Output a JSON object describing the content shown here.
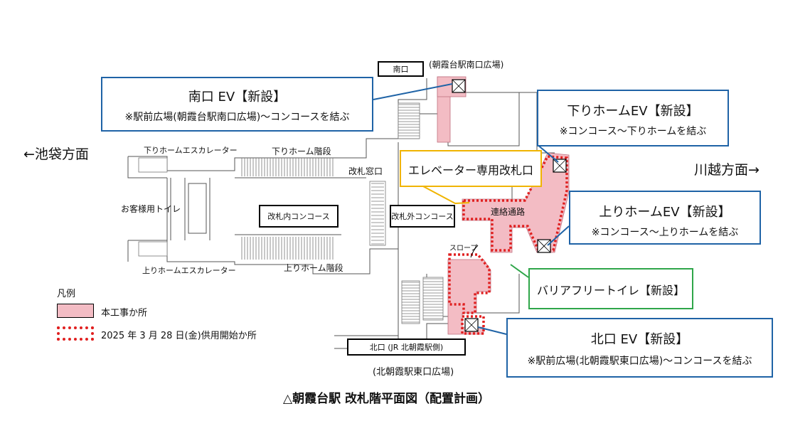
{
  "callouts": {
    "south_ev": {
      "title": "南口 EV【新設】",
      "desc": "※駅前広場(朝霞台駅南口広場)～コンコースを結ぶ"
    },
    "down_ev": {
      "title": "下りホームEV【新設】",
      "desc": "※コンコース～下りホームを結ぶ"
    },
    "elevator_gate": {
      "title": "エレベーター専用改札口"
    },
    "up_ev": {
      "title": "上りホームEV【新設】",
      "desc": "※コンコース～上りホームを結ぶ"
    },
    "barrier_free_toilet": {
      "title": "バリアフリートイレ【新設】"
    },
    "north_ev": {
      "title": "北口 EV【新設】",
      "desc": "※駅前広場(北朝霞駅東口広場)～コンコースを結ぶ"
    }
  },
  "labels": {
    "south_exit": "南口",
    "south_plaza": "(朝霞台駅南口広場)",
    "north_exit": "北口 (JR 北朝霞駅側)",
    "north_plaza": "(北朝霞駅東口広場)",
    "to_ikebukuro": "←池袋方面",
    "to_kawagoe": "川越方面→",
    "down_escalator": "下りホームエスカレーター",
    "down_stairs": "下りホーム階段",
    "up_escalator": "上りホームエスカレーター",
    "up_stairs": "上りホーム階段",
    "ticket_window": "改札窓口",
    "restroom": "お客様用トイレ",
    "inner_concourse": "改札内コンコース",
    "outer_concourse": "改札外コンコース",
    "passage": "連絡通路",
    "slope": "スロープ"
  },
  "legend": {
    "title": "凡例",
    "work_area": "本工事か所",
    "open_area": "2025 年 3 月 28 日(金)供用開始か所"
  },
  "caption": "△朝霞台駅 改札階平面図（配置計画）",
  "colors": {
    "work_area_fill": "#f3bcc4",
    "open_outline": "#e02020",
    "callout_blue": "#1f63a6",
    "callout_yellow": "#f0b400",
    "callout_green": "#2fa64a"
  }
}
